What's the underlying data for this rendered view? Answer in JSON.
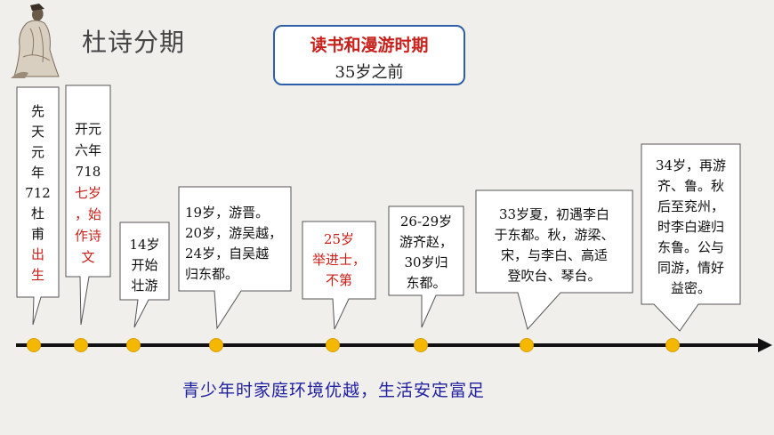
{
  "header": {
    "title": "杜诗分期"
  },
  "period": {
    "name": "读书和漫游时期",
    "range": "35岁之前"
  },
  "events": [
    {
      "lines": [
        "先",
        "天",
        "元",
        "年",
        "712",
        "杜",
        "甫",
        "出",
        "生"
      ],
      "red_from": 7
    },
    {
      "lines": [
        "开元",
        "六年",
        "718",
        "七岁",
        "，始",
        "作诗",
        "文"
      ],
      "red_from": 3
    },
    {
      "lines": [
        "14岁",
        "开始",
        "壮游"
      ],
      "red_from": -1
    },
    {
      "lines": [
        "19岁，游晋。",
        "20岁，游吴越，",
        "24岁，自吴越",
        "归东都。"
      ],
      "red_from": -1
    },
    {
      "lines": [
        "25岁",
        "举进士，",
        "不第"
      ],
      "red_from": 0
    },
    {
      "lines": [
        "26-29岁",
        "游齐赵，",
        "30岁归",
        "东都。"
      ],
      "red_from": -1
    },
    {
      "lines": [
        "33岁夏，初遇李白",
        "于东都。秋，游梁、",
        "宋，与李白、高适",
        "登吹台、琴台。"
      ],
      "red_from": -1
    },
    {
      "lines": [
        "34岁，再游",
        "齐、鲁。秋",
        "后至兖州，",
        "时李白避归",
        "东鲁。公与",
        "同游，情好",
        "益密。"
      ],
      "red_from": -1
    }
  ],
  "summary": "青少年时家庭环境优越，生活安定富足",
  "colors": {
    "accent": "#c8201a",
    "frame": "#2f5fa8",
    "dot": "#f5b800",
    "summary": "#2020a0"
  }
}
